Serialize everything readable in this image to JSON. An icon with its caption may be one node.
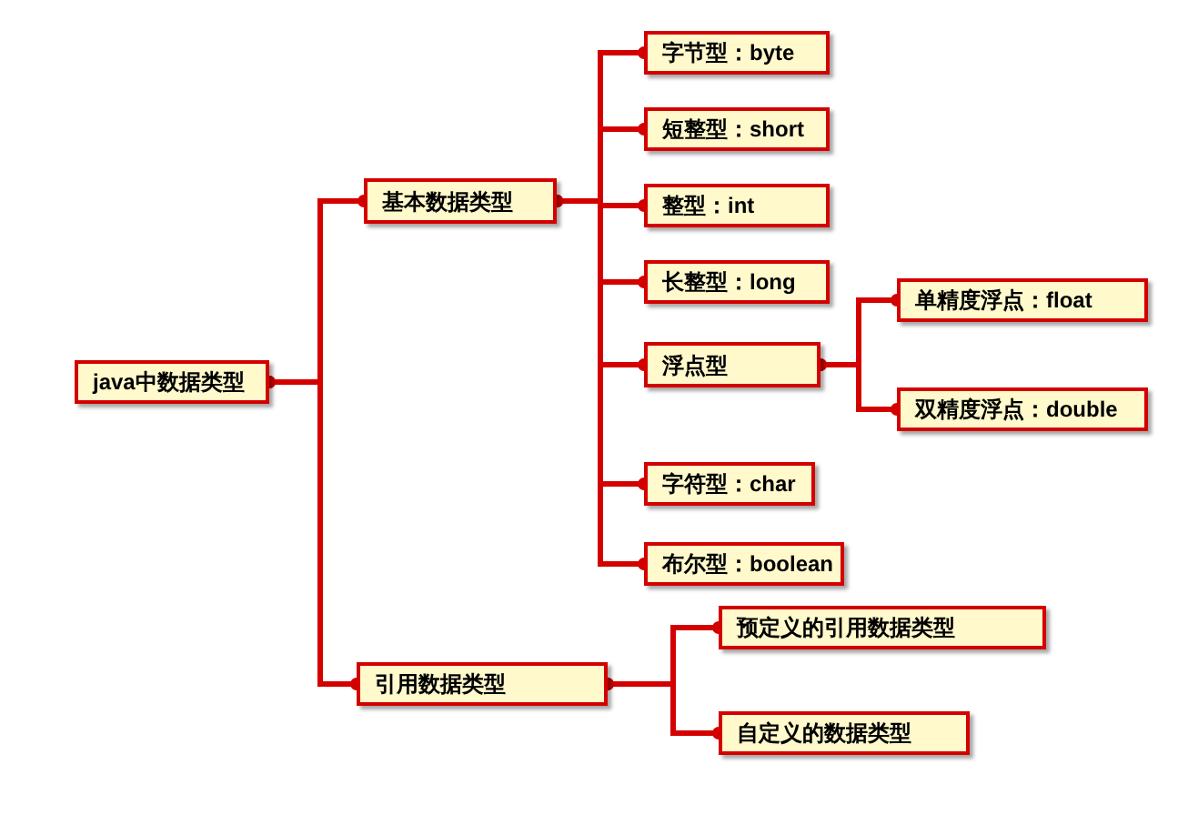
{
  "diagram": {
    "nodes": [
      {
        "text": [
          "java中数据类型"
        ]
      },
      {
        "text": [
          "基本数据类型"
        ]
      },
      {
        "text": [
          "字节型：byte"
        ]
      },
      {
        "text": [
          "短整型：short"
        ]
      },
      {
        "text": [
          "整型：int"
        ]
      },
      {
        "text": [
          "长整型：long"
        ]
      },
      {
        "text": [
          "浮点型"
        ]
      },
      {
        "text": [
          "单精度浮点：float"
        ]
      },
      {
        "text": [
          "双精度浮点：double"
        ]
      },
      {
        "text": [
          "字符型：char"
        ]
      },
      {
        "text": [
          "布尔型：boolean"
        ]
      },
      {
        "text": [
          "引用数据类型"
        ]
      },
      {
        "text": [
          "预定义的引用数据类型"
        ]
      },
      {
        "text": [
          "自定义的数据类型"
        ]
      }
    ],
    "edges": [
      {
        "from": 0,
        "to": 1,
        "arrow": "other"
      },
      {
        "from": 0,
        "to": 11,
        "arrow": "other"
      },
      {
        "from": 1,
        "to": 2,
        "arrow": "other"
      },
      {
        "from": 1,
        "to": 3,
        "arrow": "other"
      },
      {
        "from": 1,
        "to": 4,
        "arrow": "other"
      },
      {
        "from": 1,
        "to": 5,
        "arrow": "other"
      },
      {
        "from": 1,
        "to": 6,
        "arrow": "other"
      },
      {
        "from": 1,
        "to": 9,
        "arrow": "other"
      },
      {
        "from": 1,
        "to": 10,
        "arrow": "other"
      },
      {
        "from": 6,
        "to": 7,
        "arrow": "other"
      },
      {
        "from": 6,
        "to": 8,
        "arrow": "other"
      },
      {
        "from": 11,
        "to": 12,
        "arrow": "other"
      },
      {
        "from": 11,
        "to": 13,
        "arrow": "other"
      }
    ]
  }
}
